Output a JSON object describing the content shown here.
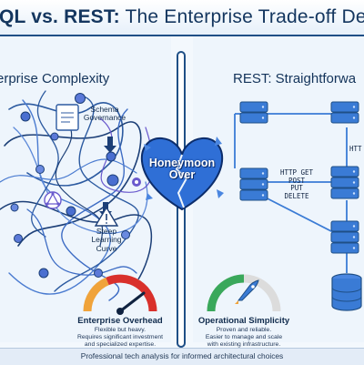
{
  "title": {
    "gql": "hQL vs.",
    "rest": "REST:",
    "rest_of": "The Enterprise Trade-off Dec"
  },
  "left": {
    "heading": "erprise Complexity",
    "label_schema": [
      "Schema",
      "Governance"
    ],
    "label_steep": [
      "Steep",
      "Learning",
      "Curve"
    ],
    "gauge_title": "Enterprise Overhead",
    "gauge_desc": [
      "Flexible but heavy.",
      "Requires significant investment",
      "and specialized expertise."
    ]
  },
  "center": {
    "badge_lines": [
      "Honeymoon",
      "Over"
    ]
  },
  "right": {
    "heading": "REST: Straightforwa",
    "methods": [
      "HTTP GET",
      "POST",
      "PUT",
      "DELETE"
    ],
    "side_label": "HTT",
    "gauge_title": "Operational Simplicity",
    "gauge_desc": [
      "Proven and reliable.",
      "Easier to manage and scale",
      "with existing infrastructure."
    ]
  },
  "footer": "Professional tech analysis for informed architectural choices",
  "colors": {
    "navy": "#1f4f86",
    "server_blue": "#3a7bd5",
    "danger_red": "#d9302b",
    "safe_green": "#3aa85b",
    "accent_purple": "#6a5acd"
  }
}
